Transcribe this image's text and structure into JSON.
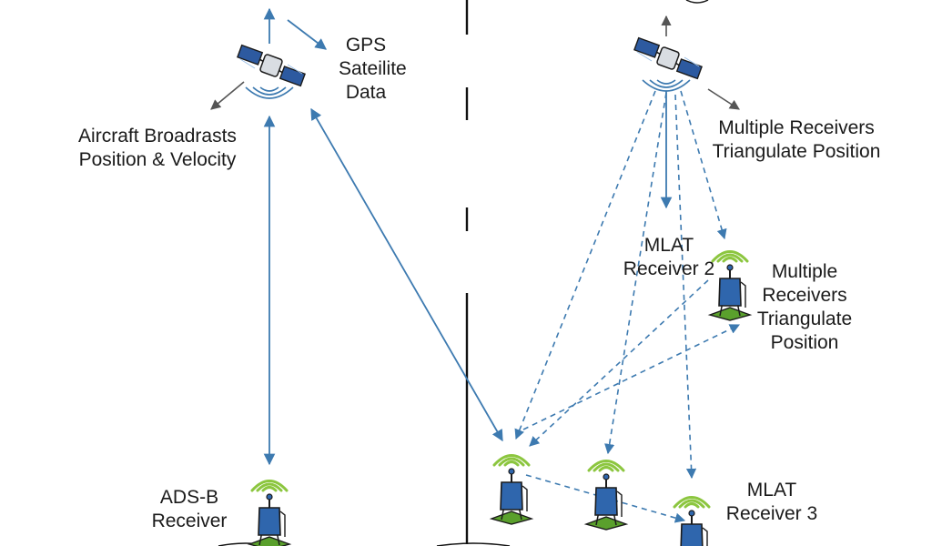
{
  "left_panel": {
    "gps_label": [
      "GPS",
      "Sateilite",
      "Data"
    ],
    "aircraft_label": [
      "Aircraft Broadrasts",
      "Position & Velocity"
    ],
    "receiver_label": [
      "ADS-B",
      "Receiver"
    ]
  },
  "right_panel": {
    "triangulate_top_label": [
      "Multiple Receivers",
      "Triangulate Position"
    ],
    "mlat_receiver_2_label": [
      "MLAT",
      "Receiver 2"
    ],
    "triangulate_side_label": [
      "Multiple",
      "Receivers",
      "Triangulate",
      "Position"
    ],
    "mlat_receiver_3_label": [
      "MLAT",
      "Receiver 3"
    ]
  },
  "colors": {
    "link": "#3d7ab0",
    "device": "#2f66ad",
    "signal_green": "#8cc63f",
    "grass": "#5aa02c",
    "arrow_gray": "#555555",
    "divider": "#111111"
  }
}
